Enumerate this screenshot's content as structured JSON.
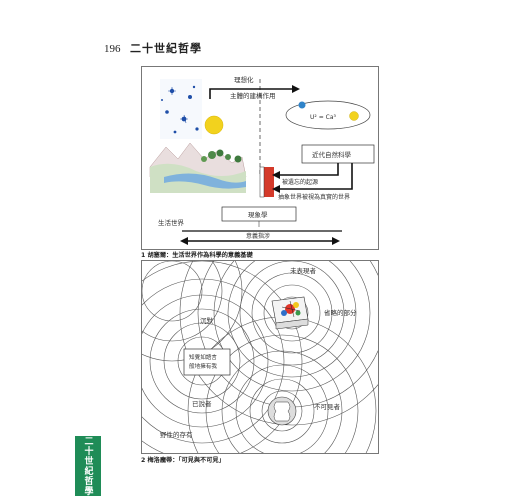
{
  "header": {
    "page_number": "196",
    "book_title": "二十世紀哲學"
  },
  "figure1": {
    "labels": {
      "idealization": "理想化",
      "subjective_constitution": "主體的建構作用",
      "formula": "U² = Ca³",
      "modern_science": "近代自然科學",
      "forgotten_origin": "被遺忘的起源",
      "abstract_world": "抽象世界被視為真實的世界",
      "phenomenology": "現象學",
      "lifeworld": "生活世界",
      "meaning_reference": "意義指涉"
    },
    "caption": "1 胡塞爾：生活世界作為科學的意義基礎"
  },
  "figure2": {
    "labels": {
      "unseen_viewer": "未表現者",
      "invisible_part": "省略的部分",
      "silence": "沉默",
      "perception_box": "知覺如語言般地擁有我",
      "already_said": "已說者",
      "invisible_viewer": "不可見者",
      "wild_being": "野性的存有"
    },
    "caption": "2 梅洛龐蒂：「可見與不可見」"
  },
  "side_tab": "二十世紀哲學",
  "colors": {
    "tab_green": "#1f8c57",
    "sun_yellow": "#f2d21e",
    "night_blue": "#1f4fa8",
    "arrow_red": "#d43a2a"
  }
}
